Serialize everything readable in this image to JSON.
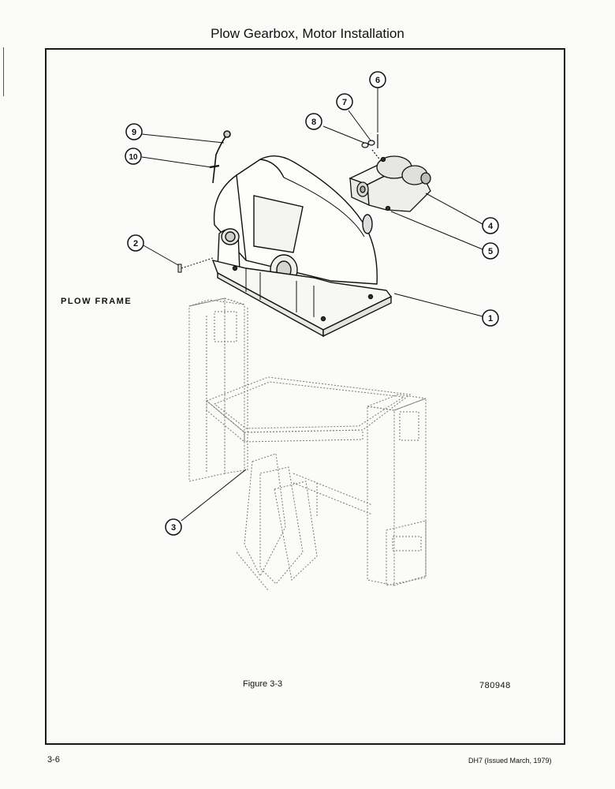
{
  "header": {
    "title": "Plow Gearbox, Motor Installation"
  },
  "figure": {
    "frame_label": "PLOW FRAME",
    "caption": "Figure 3-3",
    "drawing_number": "780948",
    "callouts": [
      "1",
      "2",
      "3",
      "4",
      "5",
      "6",
      "7",
      "8",
      "9",
      "10"
    ]
  },
  "footer": {
    "page_number": "3-6",
    "document_ref": "DH7 (Issued March, 1979)"
  }
}
